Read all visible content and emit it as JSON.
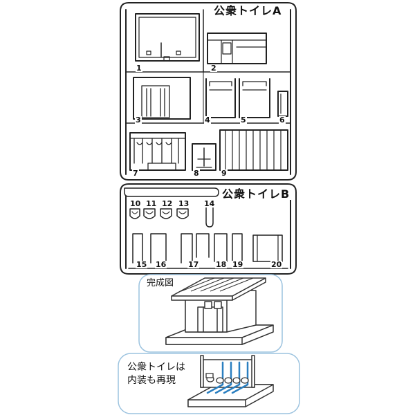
{
  "sprue_a": {
    "title": "公衆トイレA",
    "parts": [
      "1",
      "2",
      "3",
      "4",
      "5",
      "6",
      "7",
      "8",
      "9"
    ]
  },
  "sprue_b": {
    "title": "公衆トイレB",
    "parts": [
      "10",
      "11",
      "12",
      "13",
      "14",
      "15",
      "16",
      "17",
      "18",
      "19",
      "20"
    ]
  },
  "completed": {
    "caption": "完成図"
  },
  "interior": {
    "caption_line1": "公衆トイレは",
    "caption_line2": "内装も再現"
  },
  "colors": {
    "line": "#222222",
    "panel_border": "#9cc3df",
    "interior_accent": "#2a7fc0"
  }
}
